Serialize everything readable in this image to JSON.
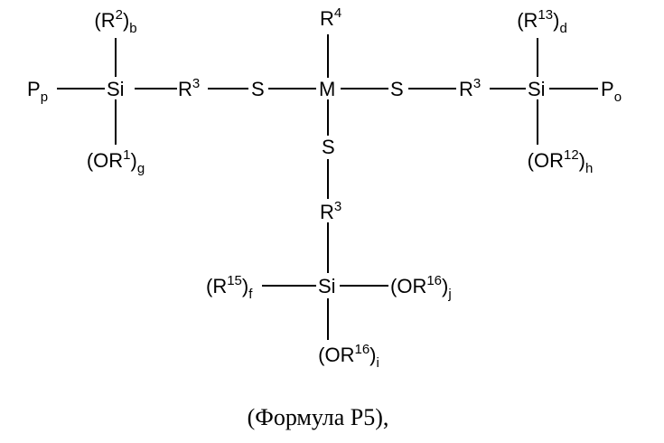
{
  "formula": {
    "left_silyl": {
      "top": {
        "base": "(R",
        "sup": "2",
        "close": ")",
        "sub": "b"
      },
      "left": {
        "base": "P",
        "sub": "p"
      },
      "center": "Si",
      "linker": {
        "base": "R",
        "sup": "3"
      },
      "bottom": {
        "base": "(OR",
        "sup": "1",
        "close": ")",
        "sub": "g"
      }
    },
    "metal_center": {
      "top": {
        "base": "R",
        "sup": "4"
      },
      "center": "M",
      "left_sulfur": "S",
      "right_sulfur": "S",
      "bottom_sulfur": "S"
    },
    "right_silyl": {
      "top": {
        "base": "(R",
        "sup": "13",
        "close": ")",
        "sub": "d"
      },
      "linker": {
        "base": "R",
        "sup": "3"
      },
      "center": "Si",
      "right": {
        "base": "P",
        "sub": "o"
      },
      "bottom": {
        "base": "(OR",
        "sup": "12",
        "close": ")",
        "sub": "h"
      }
    },
    "bottom_silyl": {
      "linker": {
        "base": "R",
        "sup": "3"
      },
      "left": {
        "base": "(R",
        "sup": "15",
        "close": ")",
        "sub": "f"
      },
      "center": "Si",
      "right": {
        "base": "(OR",
        "sup": "16",
        "close": ")",
        "sub": "j"
      },
      "bottom": {
        "base": "(OR",
        "sup": "16",
        "close": ")",
        "sub": "i"
      }
    }
  },
  "caption": "(Формула P5),"
}
